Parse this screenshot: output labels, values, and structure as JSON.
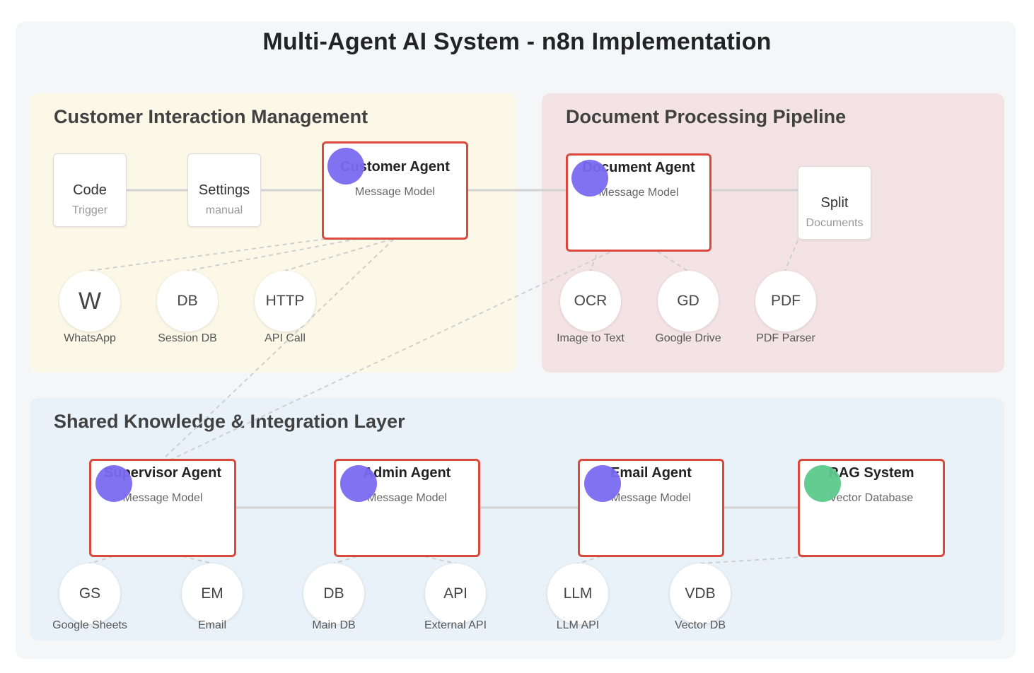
{
  "title": "Multi-Agent AI System - n8n Implementation",
  "groups": {
    "customer": {
      "title": "Customer Interaction Management"
    },
    "document": {
      "title": "Document Processing Pipeline"
    },
    "shared": {
      "title": "Shared Knowledge & Integration Layer"
    }
  },
  "nodes": {
    "code": {
      "title": "Code",
      "sub": "Trigger"
    },
    "settings": {
      "title": "Settings",
      "sub": "manual"
    },
    "split": {
      "title": "Split",
      "sub": "Documents"
    }
  },
  "agents": {
    "customer": {
      "title": "Customer Agent",
      "sub": "Message Model"
    },
    "document": {
      "title": "Document Agent",
      "sub": "Message Model"
    },
    "supervisor": {
      "title": "Supervisor Agent",
      "sub": "Message Model"
    },
    "admin": {
      "title": "Admin Agent",
      "sub": "Message Model"
    },
    "email": {
      "title": "Email Agent",
      "sub": "Message Model"
    },
    "rag": {
      "title": "RAG System",
      "sub": "Vector Database"
    }
  },
  "tools": {
    "whatsapp": {
      "abbr": "W",
      "label": "WhatsApp"
    },
    "sessiondb": {
      "abbr": "DB",
      "label": "Session DB"
    },
    "http": {
      "abbr": "HTTP",
      "label": "API Call"
    },
    "ocr": {
      "abbr": "OCR",
      "label": "Image to Text"
    },
    "gd": {
      "abbr": "GD",
      "label": "Google Drive"
    },
    "pdf": {
      "abbr": "PDF",
      "label": "PDF Parser"
    },
    "gs": {
      "abbr": "GS",
      "label": "Google Sheets"
    },
    "em": {
      "abbr": "EM",
      "label": "Email"
    },
    "maindb": {
      "abbr": "DB",
      "label": "Main DB"
    },
    "api": {
      "abbr": "API",
      "label": "External API"
    },
    "llm": {
      "abbr": "LLM",
      "label": "LLM API"
    },
    "vdb": {
      "abbr": "VDB",
      "label": "Vector DB"
    }
  },
  "colors": {
    "agent_border": "#d94a3d",
    "agent_dot": "#7a6af0",
    "rag_dot": "#5cc98b",
    "group_customer": "#fcf8e8",
    "group_document": "#f4e3e5",
    "group_shared": "#e9f2f9"
  }
}
